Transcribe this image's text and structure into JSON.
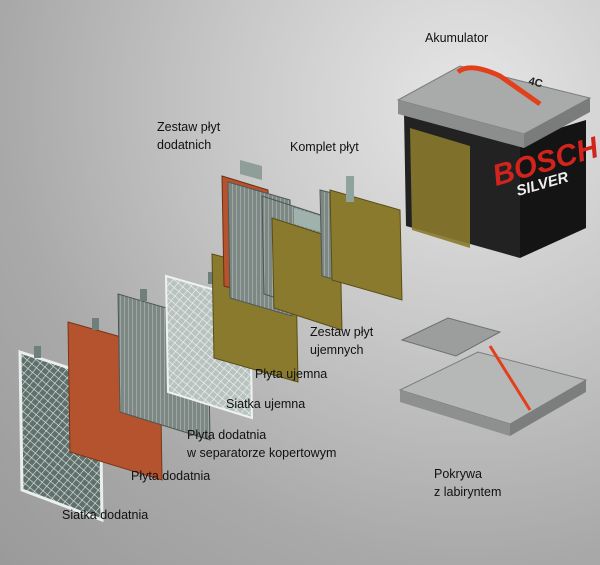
{
  "labels": {
    "akumulator": "Akumulator",
    "zestaw_dodatnich": [
      "Zestaw płyt",
      "dodatnich"
    ],
    "komplet": "Komplet płyt",
    "zestaw_ujemnych": [
      "Zestaw płyt",
      "ujemnych"
    ],
    "plyta_ujemna": "Płyta ujemna",
    "siatka_ujemna": "Siatka ujemna",
    "plyta_dodatnia_sep": [
      "Płyta dodatnia",
      "w separatorze kopertowym"
    ],
    "plyta_dodatnia": "Płyta dodatnia",
    "siatka_dodatnia": "Siatka dodatnia",
    "pokrywa": [
      "Pokrywa",
      "z labiryntem"
    ]
  },
  "battery": {
    "brand": "BOSCH",
    "model": "SILVER",
    "code": "4C"
  },
  "colors": {
    "plate_positive": "#b5532e",
    "plate_negative": "#8a7a2e",
    "grid": "#7c8a86",
    "battery_body": "#1b1b1b",
    "brand_red": "#d2231c",
    "lid": "#a9abaa",
    "handle": "#e2401c"
  }
}
